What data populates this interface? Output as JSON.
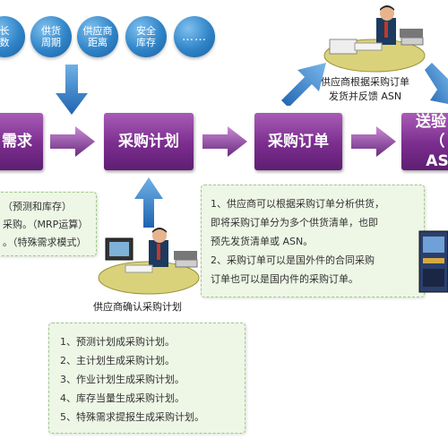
{
  "circles": [
    {
      "line1": "长",
      "line2": "数"
    },
    {
      "line1": "供货",
      "line2": "周期"
    },
    {
      "line1": "供应商",
      "line2": "距离"
    },
    {
      "line1": "安全",
      "line2": "库存"
    },
    {
      "line1": "……",
      "line2": ""
    }
  ],
  "process": {
    "box1": "需求",
    "box2": "采购计划",
    "box3": "采购订单",
    "box4_line1": "送验",
    "box4_line2": "（ AS"
  },
  "captions": {
    "top_right_line1": "供应商根据采购订单",
    "top_right_line2": "发货并反馈 ASN",
    "confirm": "供应商确认采购计划"
  },
  "left_note": [
    "（预测和库存）",
    "采购。（MRP运算）",
    "。（特殊需求模式）"
  ],
  "order_note": [
    "1、供应商可以根据采购订单分析供货，",
    "即将采购订单分为多个供货清单，也即",
    "预先发货清单或 ASN。",
    "2、采购订单可以是国外件的合同采购",
    "订单也可以是国内件的采购订单。"
  ],
  "plan_note": [
    "1、预测计划成采购计划。",
    "2、主计划生成采购计划。",
    "3、作业计划生成采购计划。",
    "4、库存当量生成采购计划。",
    "5、特殊需求提报生成采购计划。"
  ]
}
